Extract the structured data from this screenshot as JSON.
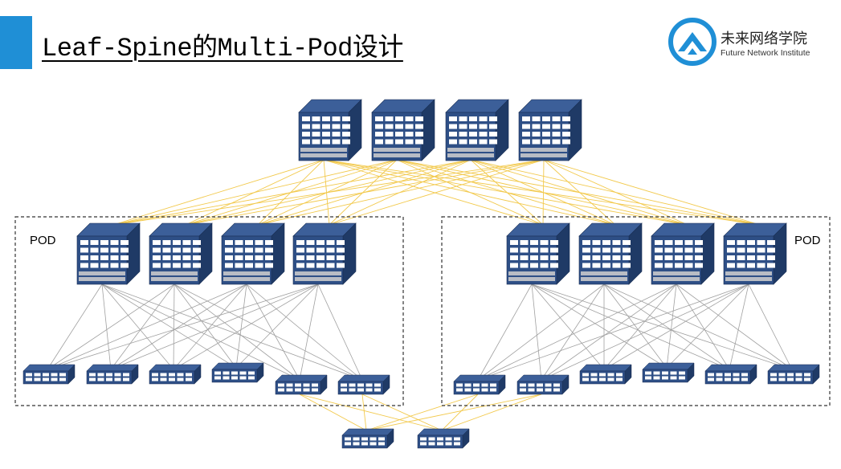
{
  "title": "Leaf-Spine的Multi-Pod设计",
  "logo": {
    "name_cn": "未来网络学院",
    "name_en": "Future Network Institute",
    "icon": "future-network-logo-icon"
  },
  "pods": [
    {
      "label": "POD"
    },
    {
      "label": "POD"
    }
  ],
  "colors": {
    "accent": "#1f8fd6",
    "device_front": "#2e4f86",
    "device_top": "#3c5f99",
    "device_side": "#1f3a66",
    "port": "#ffffff",
    "trim": "#b8bcc4",
    "uplink_line": "#f2c94c",
    "downlink_line": "#a0a0a0",
    "pod_border": "#333333"
  },
  "topology": {
    "super_spines": 4,
    "spines_per_pod": 4,
    "leaves_per_pod": 6,
    "border_leaves": 2
  }
}
